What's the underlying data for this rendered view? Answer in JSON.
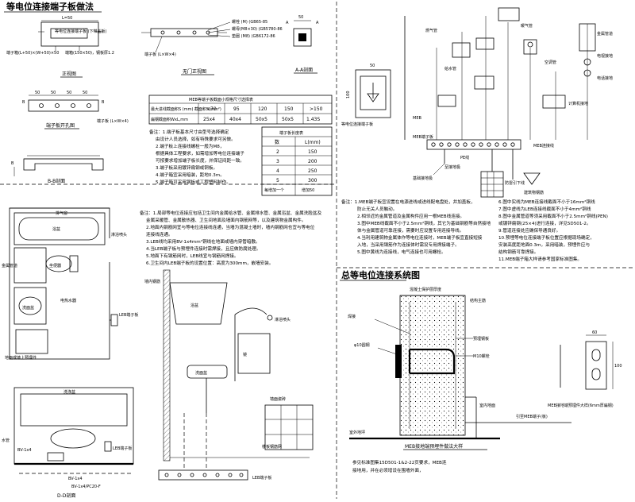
{
  "sheet": {
    "title_plate": "等电位连接端子板做法",
    "title_bathroom": "总等电位连接系统图",
    "title_embed": "MEB接地端预埋件做法大样"
  },
  "plate_views": {
    "dim_L": "L=50",
    "label_box": "等电位连接端子板\n(下带盖板)",
    "spec_size": "端子箱(L+50)×(W+50)×50",
    "spec_box": "端箱(150×50)，钢板厚1.2",
    "front_view": "正视图",
    "holes_view": "端子板开孔图",
    "section_bb": "B-B剖面",
    "label_B": "B",
    "label_plate": "端子板 (L×W×4)",
    "label_cover": "端子板 (L×W×4)",
    "bolt_1": "螺栓 (M) (GB65-85",
    "bolt_2": "螺母(M8×30) (GB5780-86",
    "bolt_3": "垫圈 (M8) (GB6172-86",
    "mounting_view": "无门正视图",
    "section_aa": "A-A剖面",
    "label_A": "A",
    "dim_50": "50",
    "dim_100": "100"
  },
  "meb_table": {
    "title": "MEB等端子板截面小规格尺寸选择表",
    "row1_label": "最大进线截面积S (mm) 截面积S(mm²)",
    "row2_label": "扁钢截面积WxL,mm",
    "header": [
      "<70",
      "95",
      "120",
      "150",
      ">150"
    ],
    "values": [
      "25x4",
      "40x4",
      "50x5",
      "50x5",
      "1.43S"
    ]
  },
  "length_table": {
    "title": "端子板长度表",
    "header_col1": "数",
    "header_col2": "L(mm)",
    "rows": [
      [
        "2",
        "150"
      ],
      [
        "3",
        "200"
      ],
      [
        "4",
        "250"
      ],
      [
        "5",
        "300"
      ],
      [
        "每增加一个",
        "增加50"
      ]
    ]
  },
  "plate_notes": [
    "备注：1.端子板基本尺寸由型号选择确定",
    "由设计人员选择，如有特殊要求可另做。",
    "2.端子板上连接线螺栓一般为M8，",
    "根据具体工程要求，如需增加等电位连接端子",
    "可按要求增加端子板长度，并保证间距一致。",
    "3.端子板采用镀锌扁钢或铜板。",
    "4.端子箱宜采用暗装，距地0.3m。",
    "5.端子箱可采用钢板或工程塑料制作。"
  ],
  "system_view": {
    "main_bar": "MEB端子板",
    "grounding_note": "至接地极",
    "meb_callout": "等电位连接端子板",
    "label_pipe": "金属管道",
    "label_gas": "燃气管",
    "label_water": "给水管",
    "label_heat": "暖气管",
    "label_ac": "空调管",
    "label_pe": "PE线",
    "label_lightning": "防雷引下线",
    "label_steel": "建筑物钢筋",
    "meb_label": "MEB",
    "label_bus": "MEB连接线",
    "label_tv": "电视接地",
    "label_tel": "电话接地",
    "label_comp": "计算机接地",
    "label_foundation": "基础接地极"
  },
  "system_notes": [
    "备注：1.MEB端子板宜设置在电源进线或进线配电盘处，并加盖板，",
    "防止无关人员触动。",
    "2.相邻近的金属管道及金属构件应用一根MEB线连接。",
    "3.图中MEB线截面不小于2.5mm²铜线，其它为基础钢筋等自然接地",
    "体与金属管道可靠连接，需要时应设置专用连接导线。",
    "4.当利用建筑物金属体作等电位连接时，MEB端子板宜直接短接",
    "入地，当采用钢筋作为连接体时需设专用焊接端子。",
    "5.图中黄线为连接线，电气连接也可用螺栓。"
  ],
  "system_notes_right": [
    "6.图中实线为MEB连接线截面不小于16mm²铜线",
    "7.图中虚线为LEB连接线截面不小于4mm²铜线",
    "8.图中金属管道等须采用截面不小于2.5mm²铜线(PEN)",
    "  或镀锌扁钢(25×4)进行连接，详见5D501-2。",
    "9.管道连接处应确保导通良好。",
    "10.预埋等电位连接端子板位置应根据现场确定，",
    "   安装高度距地面0.3m，采用暗装，预埋件应与",
    "   结构钢筋可靠焊接。",
    "11.MEB端子箱大样请参考国家标准图集。"
  ],
  "bathroom": {
    "label_window": "排气窗",
    "label_bath": "浴盆",
    "label_shower": "淋浴喷头",
    "label_toilet": "坐便器",
    "label_basin": "洗面盆",
    "label_floor": "地面或墙上预埋件",
    "label_pipe": "金属管道",
    "label_drain": "地漏",
    "label_heater": "电热水器",
    "label_leb": "LEB端子板",
    "label_steel_mesh": "楼板钢筋网",
    "label_wall_steel": "墙内钢筋",
    "label_tile": "墙面瓷砖",
    "label_water_pipe": "水管",
    "label_sink": "洗涤盆",
    "section_dd": "D-D剖面",
    "label_BV": "BV-1x4",
    "label_BV2": "BV-1x4/PC20-F",
    "label_outlet": "插座",
    "label_mirror": "镜"
  },
  "bathroom_notes": [
    "备注：1.局部等电位连接应包括卫生间内金属给水管、金属排水管、金属浴盆、金属洗脸盆及",
    "金属采暖管、金属散热器、卫生间地面及墙面内钢筋网等，以及建筑物金属构件。",
    "2.地面内钢筋网宜与等电位连接线连通，当墙为混凝土墙时，墙内钢筋网也宜与等电位",
    "连接线连通。",
    "3.LEB线均采用BV-1x4mm²铜线在地面或墙内穿管暗敷。",
    "4.当LEB端子板与预埋件连接时需焊接，且应做防腐处理。",
    "5.地面下有钢筋网时，LEB线宜与钢筋网焊接。",
    "6.卫生间内LEB端子板的设置位置：高度为300mm，嵌墙安装。"
  ],
  "embed": {
    "label_conc": "混凝土保护层厚度",
    "label_steel": "结构主筋",
    "label_weld": "焊接",
    "label_plate": "预埋钢板",
    "label_rebar": "φ10圆钢",
    "label_bolt": "M10螺栓",
    "label_terminal": "引至MEB端子(板)",
    "label_floor": "室内地面",
    "label_ground": "室外地坪",
    "dim_100": "100",
    "dim_60": "60",
    "plate_label": "MEB接地端预埋件大样(6mm厚扁钢)",
    "note_1": "参见标准图集15D501-1&2-22页要求，MEB连",
    "note_2": "接地用，并在必须增设在围墙外面，"
  }
}
